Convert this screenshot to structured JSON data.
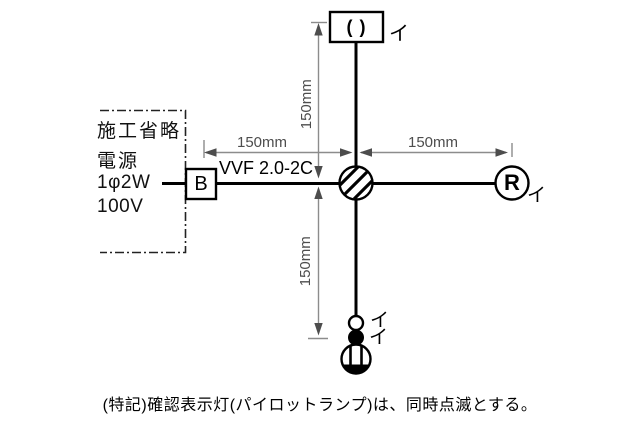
{
  "colors": {
    "background": "#ffffff",
    "wire": "#000000",
    "dimension_line": "#8c8c8c",
    "dimension_text": "#4d4d4d"
  },
  "source": {
    "note": "施工省略",
    "label": "電源",
    "phase": "1φ2W",
    "voltage": "100V"
  },
  "breaker": {
    "label": "B"
  },
  "cable": {
    "label": "VVF 2.0-2C"
  },
  "dimensions": {
    "top": "150mm",
    "bottom": "150mm",
    "left": "150mm",
    "right": "150mm"
  },
  "devices": {
    "ceiling_light": {
      "glyph": "( )",
      "circuit": "イ"
    },
    "receptacle": {
      "glyph": "R",
      "circuit": "イ"
    },
    "pilot_lamp": {
      "circuit": "イ"
    },
    "switch": {
      "circuit": "イ"
    }
  },
  "note": "(特記)確認表示灯(パイロットランプ)は、同時点滅とする。"
}
